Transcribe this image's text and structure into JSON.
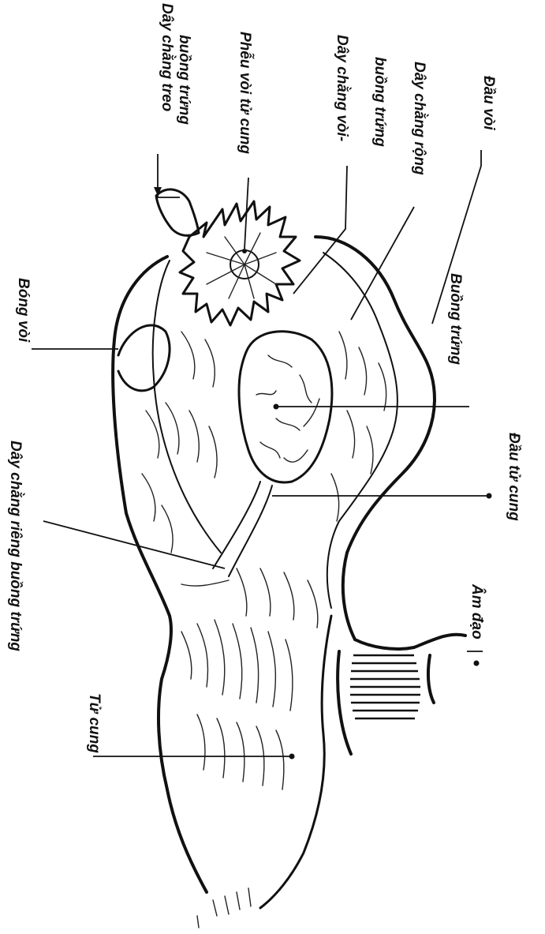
{
  "labels": {
    "day_chang_treo_buong_trung": "Dây chằng treo buồng trứng",
    "pheu_voi_tu_cung": "Phễu vòi tử cung",
    "day_chang_voi_buong_trung": "Dây chằng vòi-buồng trứng",
    "day_chang_rong": "Dây chằng rộng",
    "dau_voi": "Đầu vòi",
    "bong_voi": "Bóng vòi",
    "buong_trung": "Buồng trứng",
    "dau_tu_cung": "Đầu tử cung",
    "day_chang_rieng_buong_trung": "Dây chằng riêng buồng trứng",
    "am_dao": "Âm đạo",
    "tu_cung": "Tử cung"
  },
  "label_lines": {
    "day_chang_treo_1": "Dây chằng treo",
    "day_chang_treo_2": "buồng trứng",
    "day_chang_voi_1": "Dây chằng vòi-",
    "day_chang_voi_2": "buồng trứng"
  }
}
